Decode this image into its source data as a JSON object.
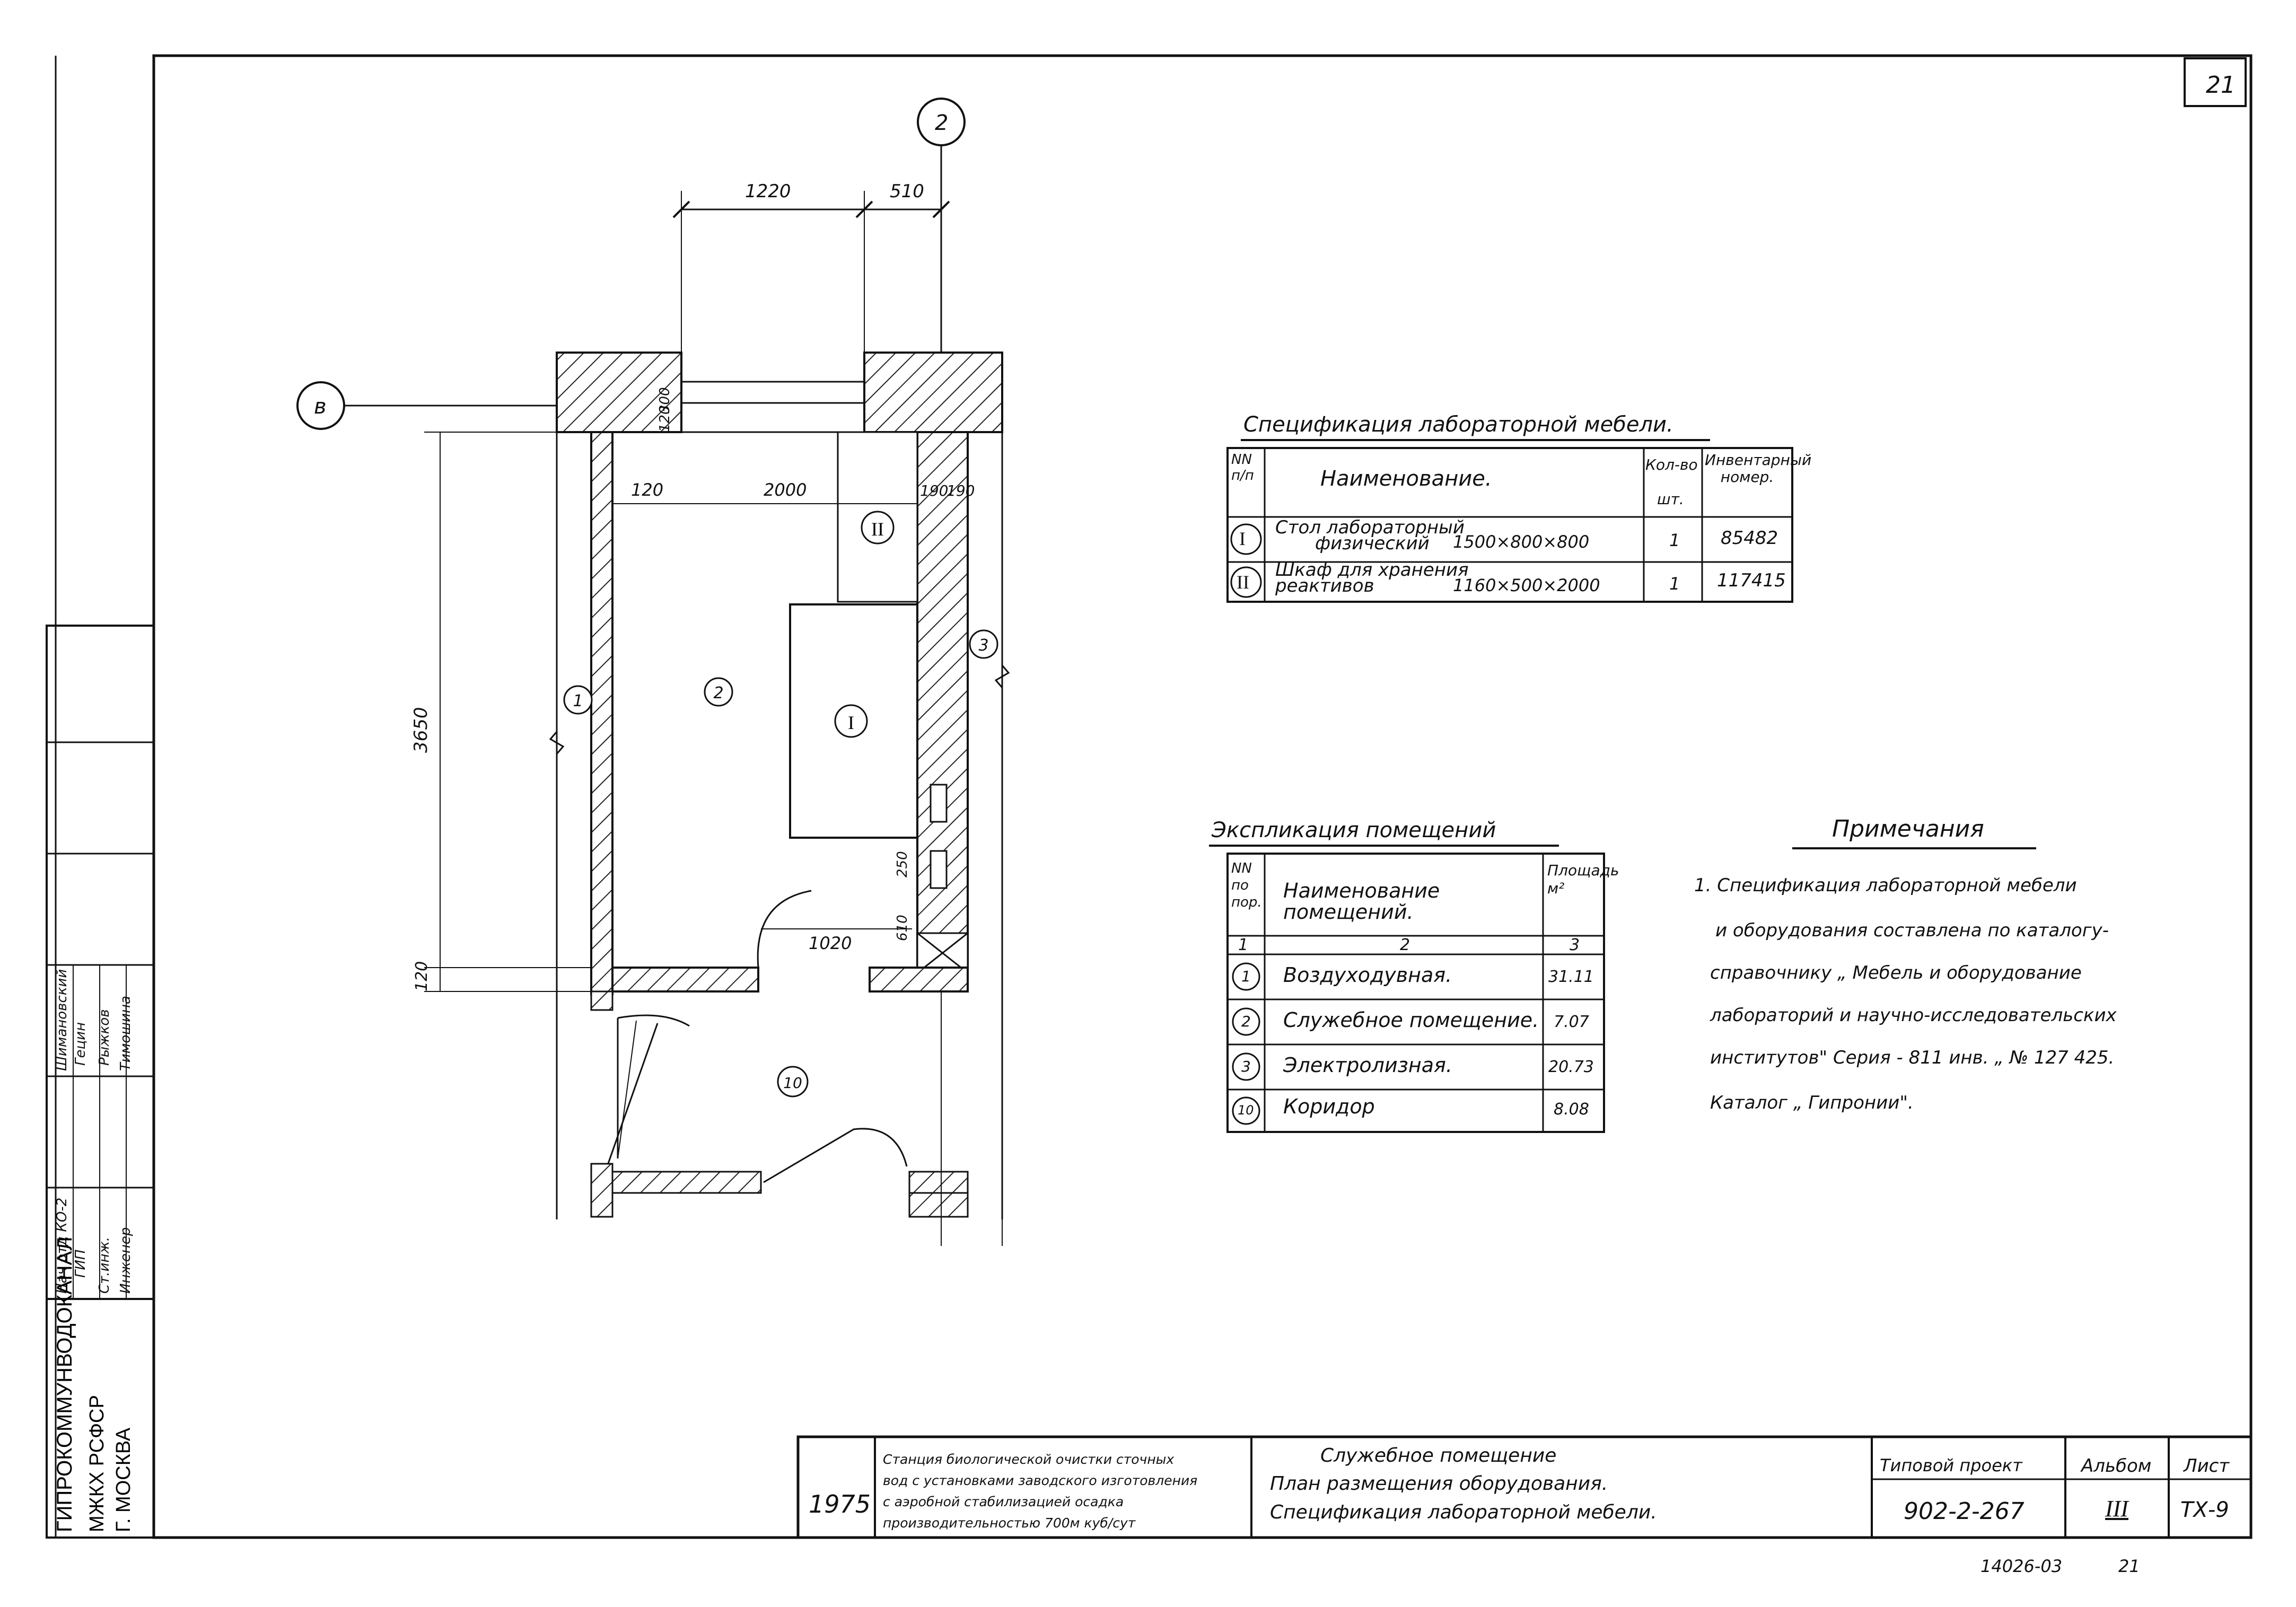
{
  "sheet_number": "21",
  "axes": {
    "axis_2": "2",
    "axis_v": "в"
  },
  "dimensions": {
    "top_1220": "1220",
    "top_510": "510",
    "wall_300": "300",
    "wall_120_top": "120",
    "inner_120": "120",
    "inner_2000": "2000",
    "right_190a": "190",
    "right_190b": "190",
    "height_3650": "3650",
    "bottom_120": "120",
    "door_1020": "1020",
    "v_250": "250",
    "v_610": "610"
  },
  "room_markers": {
    "r1": "1",
    "r2": "2",
    "r3": "3",
    "r10": "10"
  },
  "equipment_markers": {
    "e1": "I",
    "e2": "II"
  },
  "furniture_spec": {
    "title": "Спецификация лабораторной мебели.",
    "headers": {
      "num": "NN п/п",
      "name": "Наименование.",
      "qty_top": "Кол-во",
      "qty_bottom": "шт.",
      "inv": "Инвентарный номер."
    },
    "rows": [
      {
        "num": "I",
        "name_line1": "Стол лабораторный",
        "name_line2": "физический",
        "size": "1500×800×800",
        "qty": "1",
        "inv": "85482"
      },
      {
        "num": "II",
        "name_line1": "Шкаф для хранения",
        "name_line2": "реактивов",
        "size": "1160×500×2000",
        "qty": "1",
        "inv": "117415"
      }
    ]
  },
  "room_explication": {
    "title": "Экспликация помещений",
    "headers": {
      "num": "NN по пор.",
      "name": "Наименование помещений.",
      "area": "Площадь м²"
    },
    "col_numbers": [
      "1",
      "2",
      "3"
    ],
    "rows": [
      {
        "num": "1",
        "name": "Воздуходувная.",
        "area": "31.11"
      },
      {
        "num": "2",
        "name": "Служебное помещение.",
        "area": "7.07"
      },
      {
        "num": "3",
        "name": "Электролизная.",
        "area": "20.73"
      },
      {
        "num": "10",
        "name": "Коридор",
        "area": "8.08"
      }
    ]
  },
  "notes": {
    "title": "Примечания",
    "lines": [
      "1. Спецификация лабораторной мебели",
      "и оборудования составлена по каталогу-",
      "справочнику „ Мебель и оборудование",
      "лабораторий и научно-исследовательских",
      "институтов\" Серия - 811 инв. „ № 127 425.",
      "Каталог „ Гипронии\"."
    ]
  },
  "title_block": {
    "year": "1975",
    "station_lines": [
      "Станция биологической очистки сточных",
      "вод с установками заводского изготовления",
      "с аэробной стабилизацией осадка",
      "производительностью 700м куб/сут"
    ],
    "drawing_lines": [
      "Служебное помещение",
      "План размещения оборудования.",
      "Спецификация лабораторной мебели."
    ],
    "project_label": "Типовой проект",
    "project_number": "902-2-267",
    "album_label": "Альбом",
    "album_number": "III",
    "sheet_label": "Лист",
    "sheet_code": "ТХ-9"
  },
  "org_block": {
    "org_line1": "ГИПРОКОММУНВОДОКАНАЛ",
    "org_line2": "МЖКХ РСФСР",
    "org_line3": "Г. МОСКВА",
    "roles": [
      "Нач отд КО-2",
      "ГИП",
      "Ст.инж.",
      "Инженер"
    ],
    "names": [
      "Шимановский",
      "Гецин",
      "Рыжков",
      "Тимошина"
    ]
  },
  "footer": {
    "inv": "14026-03",
    "page": "21"
  }
}
